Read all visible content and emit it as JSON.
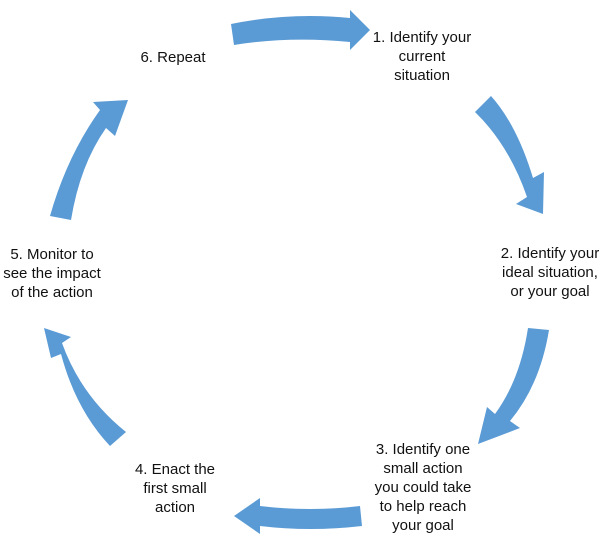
{
  "diagram": {
    "accent_color": "#5b9bd5",
    "steps": [
      {
        "lines": [
          "1. Identify your",
          "current",
          "situation"
        ]
      },
      {
        "lines": [
          "2. Identify your",
          "ideal situation,",
          "or your goal"
        ]
      },
      {
        "lines": [
          "3. Identify  one",
          "small action",
          "you could take",
          "to help reach",
          "your goal"
        ]
      },
      {
        "lines": [
          "4. Enact the",
          "first small",
          "action"
        ]
      },
      {
        "lines": [
          "5. Monitor to",
          "see the impact",
          "of the action"
        ]
      },
      {
        "lines": [
          "6. Repeat"
        ]
      }
    ]
  }
}
